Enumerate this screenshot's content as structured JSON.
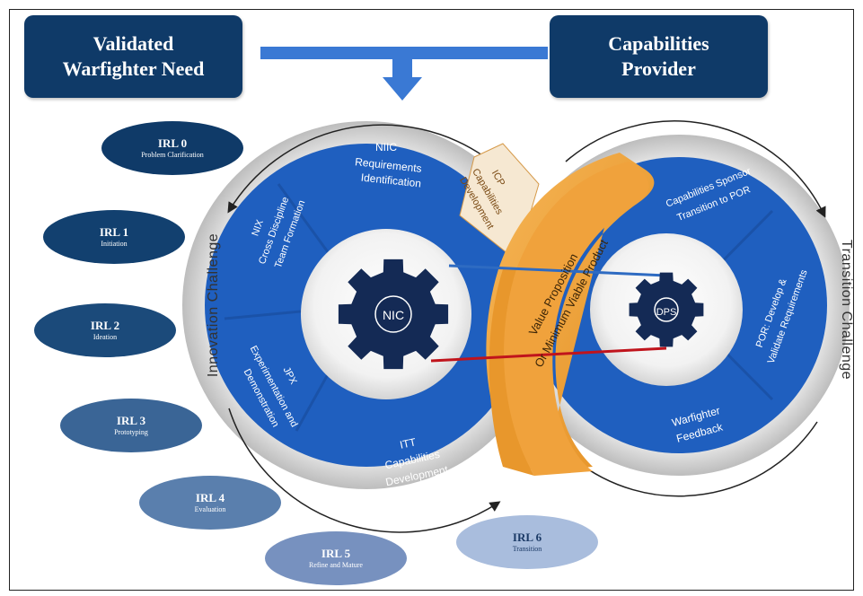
{
  "headers": {
    "left": [
      "Validated",
      "Warfighter Need"
    ],
    "right": [
      "Capabilities",
      "Provider"
    ]
  },
  "irl_levels": [
    {
      "title": "IRL 0",
      "subtitle": "Problem Clarification",
      "color": "#0f3a68"
    },
    {
      "title": "IRL 1",
      "subtitle": "Initiation",
      "color": "#12406f"
    },
    {
      "title": "IRL 2",
      "subtitle": "Ideation",
      "color": "#1b4a7a"
    },
    {
      "title": "IRL 3",
      "subtitle": "Prototyping",
      "color": "#3a6596"
    },
    {
      "title": "IRL 4",
      "subtitle": "Evaluation",
      "color": "#5a7fad"
    },
    {
      "title": "IRL 5",
      "subtitle": "Refine and Mature",
      "color": "#7791bf"
    },
    {
      "title": "IRL 6",
      "subtitle": "Transition",
      "color": "#a9bddd"
    }
  ],
  "left_ring_segments": [
    [
      "NIIC",
      "Requirements",
      "Identification"
    ],
    [
      "NIX",
      "Cross Discipline",
      "Team Formation"
    ],
    [
      "JPX",
      "Experimentation and",
      "Demonstration"
    ],
    [
      "ITT",
      "Capabilities",
      "Development"
    ]
  ],
  "left_wedge": [
    "ICP",
    "Capabilities",
    "Development"
  ],
  "right_ring_segments": [
    [
      "Capabilities Sponsor",
      "Transition to POR"
    ],
    [
      "POR: Develop &",
      "Validate Requirements"
    ],
    [
      "Warfighter",
      "Feedback"
    ]
  ],
  "center_band": [
    "Value Proposition",
    "Or Minimum Viable Product"
  ],
  "gears": {
    "left": "NIC",
    "right": "DPS"
  },
  "side_labels": {
    "left": "Innovation Challenge",
    "right": "Transition Challenge"
  },
  "colors": {
    "navy": "#0f3a68",
    "ring_blue": "#1f5fbf",
    "orange": "#f2a03a",
    "gear": "#142a55"
  }
}
